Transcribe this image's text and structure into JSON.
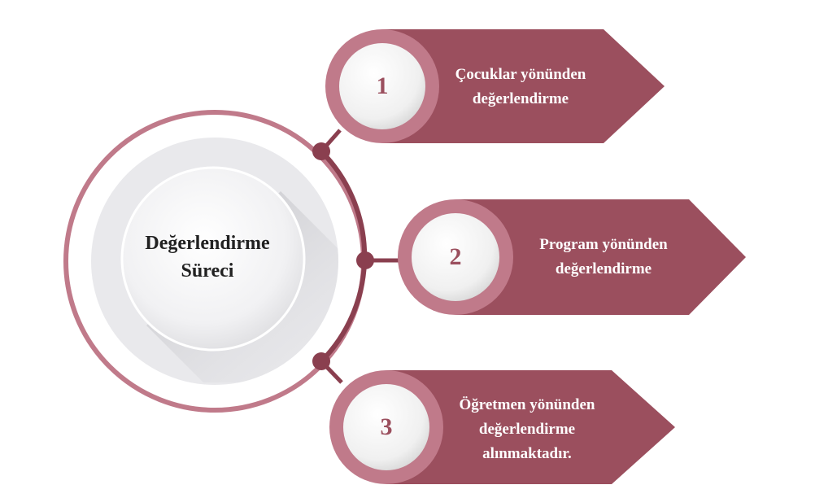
{
  "center": {
    "line1": "Değerlendirme",
    "line2": "Süreci"
  },
  "items": [
    {
      "number": "1",
      "lines": [
        "Çocuklar yönünden",
        "değerlendirme"
      ]
    },
    {
      "number": "2",
      "lines": [
        "Program yönünden",
        "değerlendirme"
      ]
    },
    {
      "number": "3",
      "lines": [
        "Öğretmen yönünden",
        "değerlendirme",
        "alınmaktadır."
      ]
    }
  ],
  "colors": {
    "ribbon": "#9b4f5e",
    "ring": "#c07a8a",
    "connector": "#8a3f4f",
    "inner_circle": "#eeeeee"
  }
}
